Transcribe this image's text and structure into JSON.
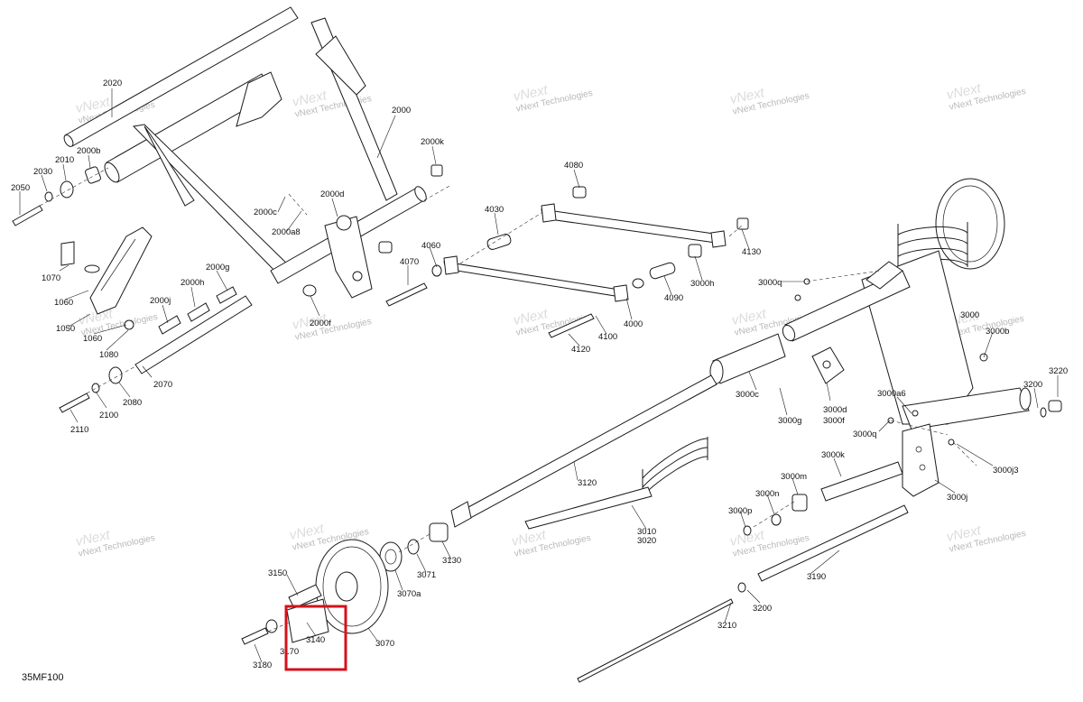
{
  "diagram_code": "35MF100",
  "watermark": {
    "line1": "vNext",
    "line2": "vNext Technologies"
  },
  "highlight": {
    "label": "3140"
  },
  "labels": [
    {
      "id": "2020",
      "text": "2020"
    },
    {
      "id": "2000",
      "text": "2000"
    },
    {
      "id": "2000b",
      "text": "2000b"
    },
    {
      "id": "2010",
      "text": "2010"
    },
    {
      "id": "2030",
      "text": "2030"
    },
    {
      "id": "2050",
      "text": "2050"
    },
    {
      "id": "2000k",
      "text": "2000k"
    },
    {
      "id": "2000d",
      "text": "2000d"
    },
    {
      "id": "2000c",
      "text": "2000c"
    },
    {
      "id": "2000a8",
      "text": "2000a8"
    },
    {
      "id": "2000g",
      "text": "2000g"
    },
    {
      "id": "2000h",
      "text": "2000h"
    },
    {
      "id": "2000j",
      "text": "2000j"
    },
    {
      "id": "2000f",
      "text": "2000f"
    },
    {
      "id": "1070",
      "text": "1070"
    },
    {
      "id": "1060a",
      "text": "1060"
    },
    {
      "id": "1050",
      "text": "1050"
    },
    {
      "id": "1060b",
      "text": "1060"
    },
    {
      "id": "1080",
      "text": "1080"
    },
    {
      "id": "2070",
      "text": "2070"
    },
    {
      "id": "2080",
      "text": "2080"
    },
    {
      "id": "2100",
      "text": "2100"
    },
    {
      "id": "2110",
      "text": "2110"
    },
    {
      "id": "4080",
      "text": "4080"
    },
    {
      "id": "4030",
      "text": "4030"
    },
    {
      "id": "4060",
      "text": "4060"
    },
    {
      "id": "4070",
      "text": "4070"
    },
    {
      "id": "4130",
      "text": "4130"
    },
    {
      "id": "3000h",
      "text": "3000h"
    },
    {
      "id": "4090",
      "text": "4090"
    },
    {
      "id": "4000",
      "text": "4000"
    },
    {
      "id": "4100",
      "text": "4100"
    },
    {
      "id": "4120",
      "text": "4120"
    },
    {
      "id": "3000q_a",
      "text": "3000q"
    },
    {
      "id": "3000",
      "text": "3000"
    },
    {
      "id": "3000b",
      "text": "3000b"
    },
    {
      "id": "3000c",
      "text": "3000c"
    },
    {
      "id": "3000g",
      "text": "3000g"
    },
    {
      "id": "3000d",
      "text": "3000d"
    },
    {
      "id": "3000f",
      "text": "3000f"
    },
    {
      "id": "3000a6",
      "text": "3000a6"
    },
    {
      "id": "3000q_b",
      "text": "3000q"
    },
    {
      "id": "3220",
      "text": "3220"
    },
    {
      "id": "3200a",
      "text": "3200"
    },
    {
      "id": "3000j3",
      "text": "3000j3"
    },
    {
      "id": "3000j",
      "text": "3000j"
    },
    {
      "id": "3000k",
      "text": "3000k"
    },
    {
      "id": "3000m",
      "text": "3000m"
    },
    {
      "id": "3000n",
      "text": "3000n"
    },
    {
      "id": "3000p",
      "text": "3000p"
    },
    {
      "id": "3120",
      "text": "3120"
    },
    {
      "id": "3010",
      "text": "3010"
    },
    {
      "id": "3020",
      "text": "3020"
    },
    {
      "id": "3130",
      "text": "3130"
    },
    {
      "id": "3071",
      "text": "3071"
    },
    {
      "id": "3070a",
      "text": "3070a"
    },
    {
      "id": "3150",
      "text": "3150"
    },
    {
      "id": "3190",
      "text": "3190"
    },
    {
      "id": "3200b",
      "text": "3200"
    },
    {
      "id": "3210",
      "text": "3210"
    },
    {
      "id": "3140",
      "text": "3140"
    },
    {
      "id": "3170",
      "text": "3170"
    },
    {
      "id": "3070",
      "text": "3070"
    },
    {
      "id": "3180",
      "text": "3180"
    }
  ]
}
